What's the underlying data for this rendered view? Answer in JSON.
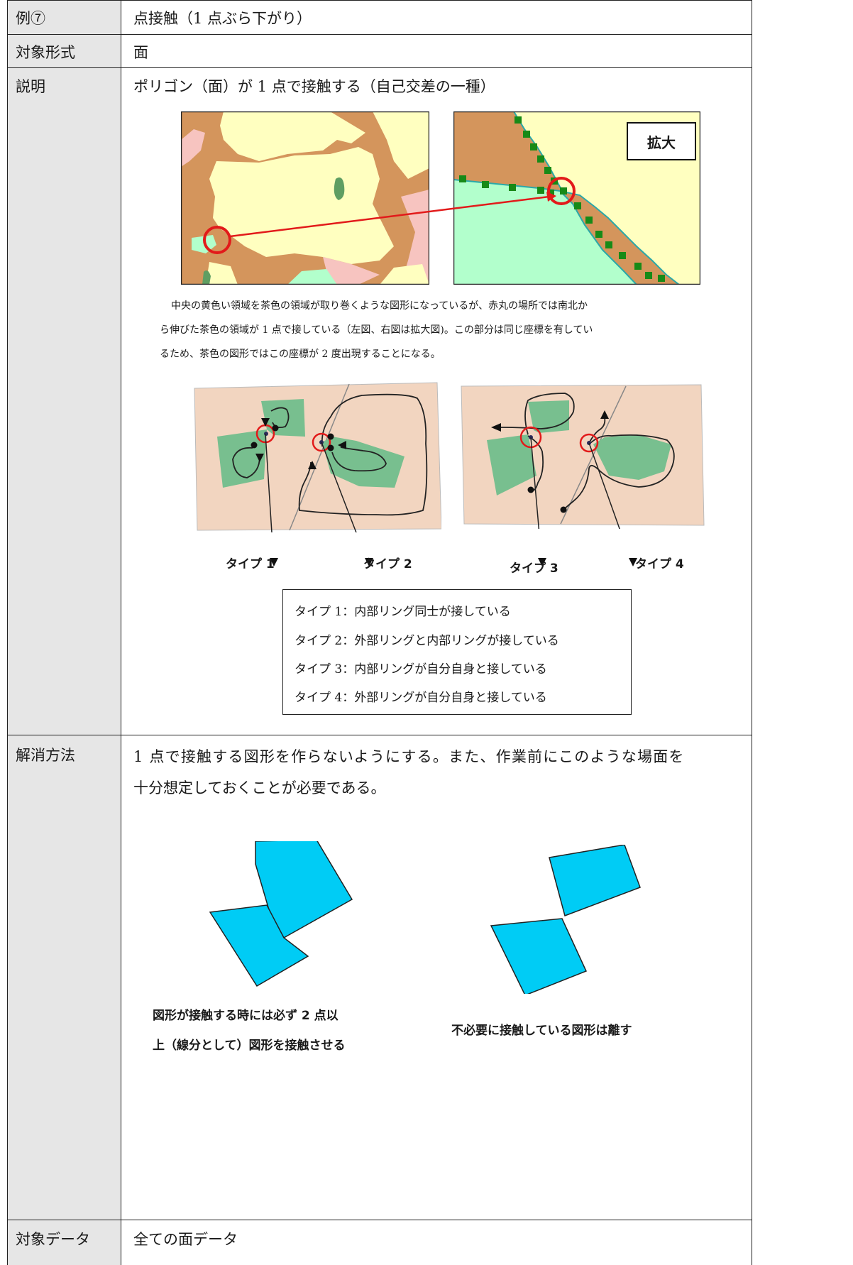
{
  "rows": {
    "example": {
      "label": "例⑦",
      "value": "点接触（1 点ぶら下がり）"
    },
    "target_format": {
      "label": "対象形式",
      "value": "面"
    },
    "description": {
      "label": "説明",
      "value": "ポリゴン（面）が 1 点で接触する（自己交差の一種）",
      "enlarge_label": "拡大",
      "note_lines": [
        "中央の黄色い領域を茶色の領域が取り巻くような図形になっているが、赤丸の場所では南北か",
        "ら伸びた茶色の領域が 1 点で接している（左図、右図は拡大図)。この部分は同じ座標を有してい",
        "るため、茶色の図形ではこの座標が 2 度出現することになる。"
      ],
      "type_labels": [
        "タイプ 1",
        "タイプ 2",
        "タイプ 3",
        "タイプ 4"
      ],
      "type_descriptions": [
        "タイプ 1：内部リング同士が接している",
        "タイプ 2：外部リングと内部リングが接している",
        "タイプ 3：内部リングが自分自身と接している",
        "タイプ 4：外部リングが自分自身と接している"
      ]
    },
    "resolution": {
      "label": "解消方法",
      "lines": [
        "1 点で接触する図形を作らないようにする。また、作業前にこのような場面を",
        "十分想定しておくことが必要である。"
      ],
      "caption_left": [
        "図形が接触する時には必ず 2 点以",
        "上（線分として）図形を接触させる"
      ],
      "caption_right": "不必要に接触している図形は離す"
    },
    "target_data": {
      "label": "対象データ",
      "value": "全ての面データ"
    }
  },
  "colors": {
    "yellow": "#ffffc0",
    "brown": "#d4955c",
    "mint": "#b2ffcc",
    "pink": "#f7c4c0",
    "dark_green": "#5f9e62",
    "node_green": "#178a17",
    "red": "#e21a1a",
    "beige": "#f2d5c0",
    "poly_green": "#78bf8f",
    "cyan": "#00ccf5"
  }
}
